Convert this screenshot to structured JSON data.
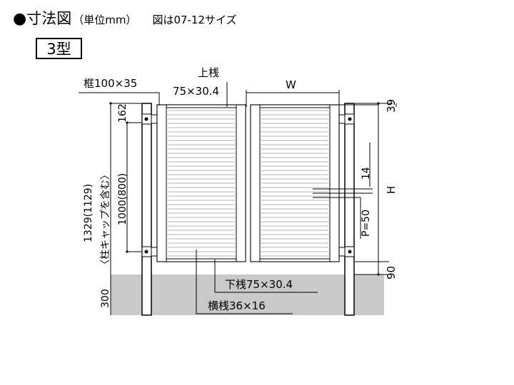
{
  "header": {
    "bullet": "●",
    "title": "寸法図",
    "unit": "（単位mm）",
    "size_note": "図は07-12サイズ"
  },
  "type_label": "3型",
  "labels": {
    "post": "框100×35",
    "top_rail_name": "上桟",
    "top_rail_size": "75×30.4",
    "width": "W",
    "height": "H",
    "top_gap": "39",
    "bottom_gap": "90",
    "pitch": "P=50",
    "slat_gap": "14",
    "upper_hinge": "162",
    "inner_height": "1000(800)",
    "post_height": "1329(1129)",
    "post_note": "〈柱キャップを含む〉",
    "embed": "300",
    "bottom_rail": "下桟75×30.4",
    "cross_bar": "横桟36×16"
  },
  "colors": {
    "ground": "#c9c9c9",
    "line": "#000000",
    "slat_line": "#b5b5b5"
  }
}
